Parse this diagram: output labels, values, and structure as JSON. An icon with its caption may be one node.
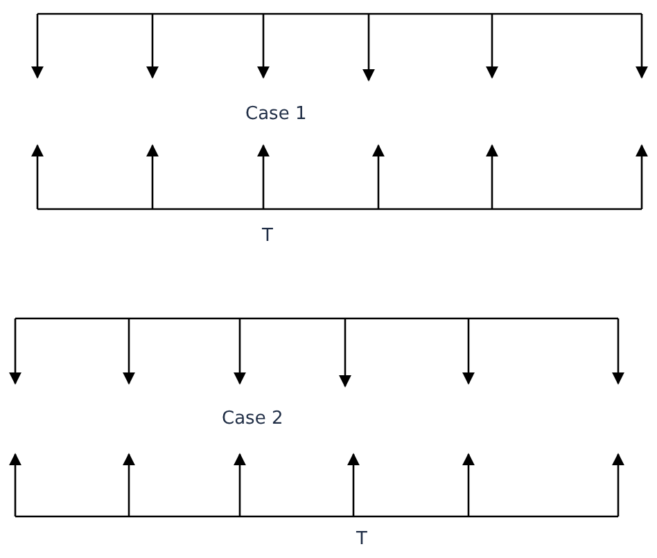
{
  "diagram": {
    "labels": [
      "Case 1",
      "T",
      "Case 2",
      "T"
    ]
  }
}
